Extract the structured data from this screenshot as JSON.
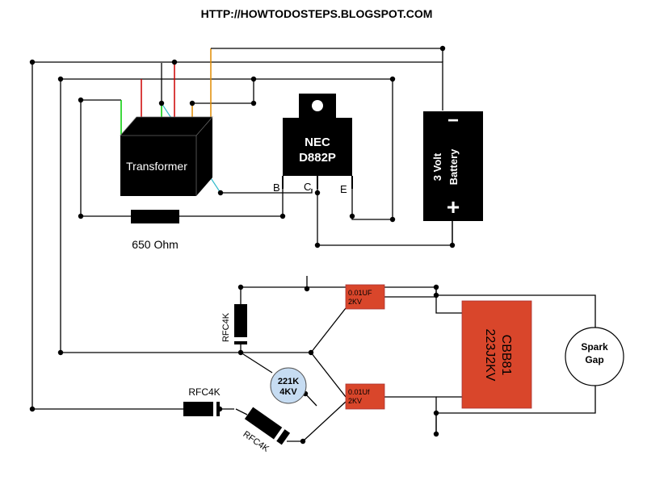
{
  "header": {
    "url": "HTTP://HOWTODOSTEPS.BLOGSPOT.COM"
  },
  "transformer": {
    "label": "Transformer"
  },
  "transistor": {
    "line1": "NEC",
    "line2": "D882P",
    "pin_b": "B",
    "pin_c": "C",
    "pin_e": "E"
  },
  "battery": {
    "minus": "−",
    "plus": "+",
    "line1": "3 Volt",
    "line2": "Battery"
  },
  "resistor": {
    "label": "650 Ohm"
  },
  "cap_top": {
    "line1": "0.01UF",
    "line2": "2KV"
  },
  "cap_bottom": {
    "line1": "0.01Uf",
    "line2": "2KV"
  },
  "cap_large": {
    "line1": "CBB81",
    "line2": "223J2KV"
  },
  "spark_gap": {
    "line1": "Spark",
    "line2": "Gap"
  },
  "disc_cap": {
    "line1": "221K",
    "line2": "4KV"
  },
  "rfc_vertical": {
    "label": "RFC4K"
  },
  "rfc_horizontal": {
    "label": "RFC4K"
  },
  "rfc_diagonal": {
    "label": "RFC4K"
  },
  "colors": {
    "wire": "#000000",
    "red_wire": "#cc0000",
    "orange_wire": "#e08a00",
    "green_wire": "#00cc00",
    "cyan_wire": "#33bbcc",
    "capacitor_fill": "#d9462b",
    "disc_fill": "#c6dcf2"
  }
}
